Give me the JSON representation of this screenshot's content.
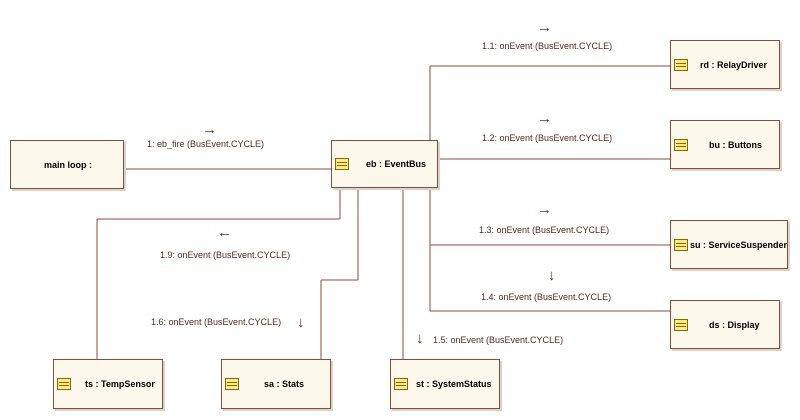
{
  "objects": {
    "main_loop": "main loop :",
    "event_bus": "eb : EventBus",
    "relay_driver": "rd : RelayDriver",
    "buttons": "bu : Buttons",
    "service_suspender": "su : ServiceSuspender",
    "display": "ds : Display",
    "temp_sensor": "ts : TempSensor",
    "stats": "sa : Stats",
    "system_status": "st : SystemStatus"
  },
  "messages": {
    "m1": "1: eb_fire (BusEvent.CYCLE)",
    "m1_1": "1.1: onEvent (BusEvent.CYCLE)",
    "m1_2": "1.2: onEvent (BusEvent.CYCLE)",
    "m1_3": "1.3: onEvent (BusEvent.CYCLE)",
    "m1_4": "1.4: onEvent (BusEvent.CYCLE)",
    "m1_5": "1.5: onEvent (BusEvent.CYCLE)",
    "m1_6": "1.6: onEvent (BusEvent.CYCLE)",
    "m1_9": "1.9: onEvent (BusEvent.CYCLE)"
  },
  "colors": {
    "box_fill": "#fdf8ec",
    "box_border": "#8a4d3c",
    "link": "#8a4d3c",
    "class_icon": "#ffe98a"
  },
  "icons": {
    "class_icon": "uml-class-icon",
    "arrow_right": "arrow-right-icon",
    "arrow_left": "arrow-left-icon",
    "arrow_down": "arrow-down-icon"
  }
}
